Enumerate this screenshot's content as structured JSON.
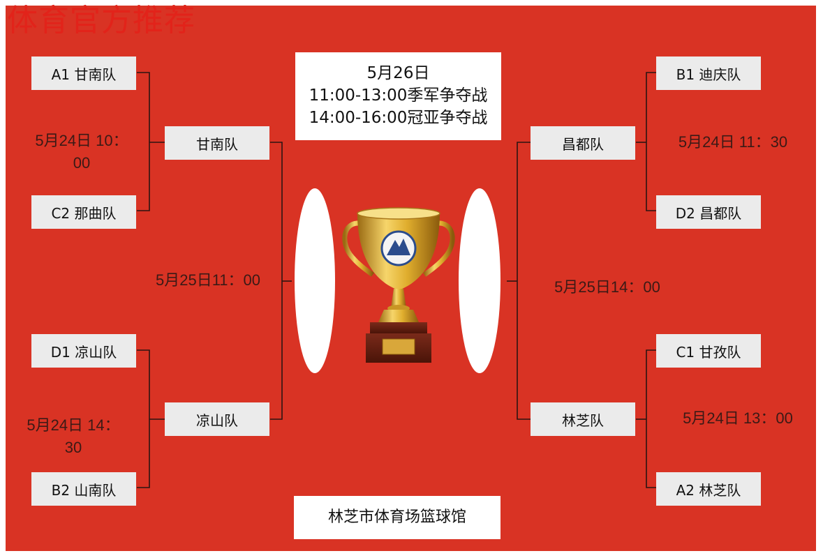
{
  "watermark": "体育官方推荐",
  "left_bracket": {
    "round1": [
      {
        "label": "A1 甘南队"
      },
      {
        "label": "C2 那曲队"
      },
      {
        "label": "D1 凉山队"
      },
      {
        "label": "B2 山南队"
      }
    ],
    "round1_times": [
      "5月24日 10：\n00",
      "5月24日 14：\n30"
    ],
    "semifinal": [
      {
        "label": "甘南队"
      },
      {
        "label": "凉山队"
      }
    ],
    "semifinal_time": "5月25日11：00"
  },
  "right_bracket": {
    "round1": [
      {
        "label": "B1 迪庆队"
      },
      {
        "label": "D2 昌都队"
      },
      {
        "label": "C1 甘孜队"
      },
      {
        "label": "A2 林芝队"
      }
    ],
    "round1_times": [
      "5月24日 11：30",
      "5月24日 13：00"
    ],
    "semifinal": [
      {
        "label": "昌都队"
      },
      {
        "label": "林芝队"
      }
    ],
    "semifinal_time": "5月25日14：00"
  },
  "finals_info": {
    "date": "5月26日",
    "third_place": "11:00-13:00季军争夺战",
    "final": "14:00-16:00冠亚争夺战"
  },
  "venue": "林芝市体育场篮球馆",
  "trophy_icon": "trophy-icon",
  "colors": {
    "background": "#d93324",
    "box": "#ebebeb",
    "time_text": "#3b1a16",
    "watermark": "#e2231a",
    "gold": "#d4a021"
  }
}
